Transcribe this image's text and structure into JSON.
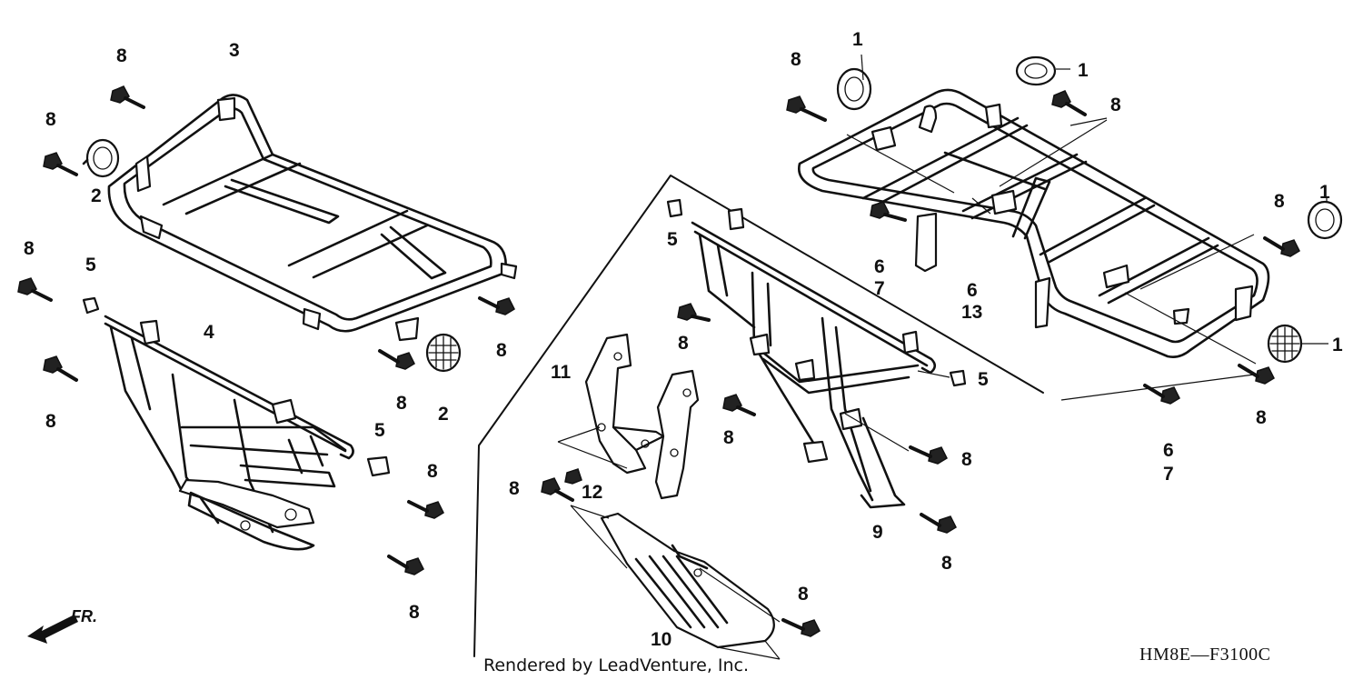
{
  "diagram": {
    "callouts": [
      {
        "id": "c1",
        "label": "8"
      },
      {
        "id": "c2",
        "label": "3"
      },
      {
        "id": "c3",
        "label": "8"
      },
      {
        "id": "c4",
        "label": "2"
      },
      {
        "id": "c5",
        "label": "8"
      },
      {
        "id": "c6",
        "label": "5"
      },
      {
        "id": "c7",
        "label": "4"
      },
      {
        "id": "c8",
        "label": "8"
      },
      {
        "id": "c9",
        "label": "8"
      },
      {
        "id": "c10",
        "label": "8"
      },
      {
        "id": "c11",
        "label": "2"
      },
      {
        "id": "c12",
        "label": "5"
      },
      {
        "id": "c13",
        "label": "8"
      },
      {
        "id": "c14",
        "label": "8"
      },
      {
        "id": "c15",
        "label": "5"
      },
      {
        "id": "c16",
        "label": "11"
      },
      {
        "id": "c17",
        "label": "8"
      },
      {
        "id": "c18",
        "label": "8"
      },
      {
        "id": "c19",
        "label": "12"
      },
      {
        "id": "c20",
        "label": "8"
      },
      {
        "id": "c21",
        "label": "10"
      },
      {
        "id": "c22",
        "label": "8"
      },
      {
        "id": "c23",
        "label": "5"
      },
      {
        "id": "c24",
        "label": "8"
      },
      {
        "id": "c25",
        "label": "9"
      },
      {
        "id": "c26",
        "label": "8"
      },
      {
        "id": "c27",
        "label": "8"
      },
      {
        "id": "c28",
        "label": "1"
      },
      {
        "id": "c29",
        "label": "1"
      },
      {
        "id": "c30",
        "label": "8"
      },
      {
        "id": "c31",
        "label": "6"
      },
      {
        "id": "c32",
        "label": "7"
      },
      {
        "id": "c33",
        "label": "6"
      },
      {
        "id": "c34",
        "label": "13"
      },
      {
        "id": "c35",
        "label": "8"
      },
      {
        "id": "c36",
        "label": "1"
      },
      {
        "id": "c37",
        "label": "1"
      },
      {
        "id": "c38",
        "label": "8"
      },
      {
        "id": "c39",
        "label": "6"
      },
      {
        "id": "c40",
        "label": "7"
      }
    ],
    "direction_label": "FR.",
    "credit": "Rendered by LeadVenture, Inc.",
    "diagram_code": "HM8E—F3100C"
  }
}
